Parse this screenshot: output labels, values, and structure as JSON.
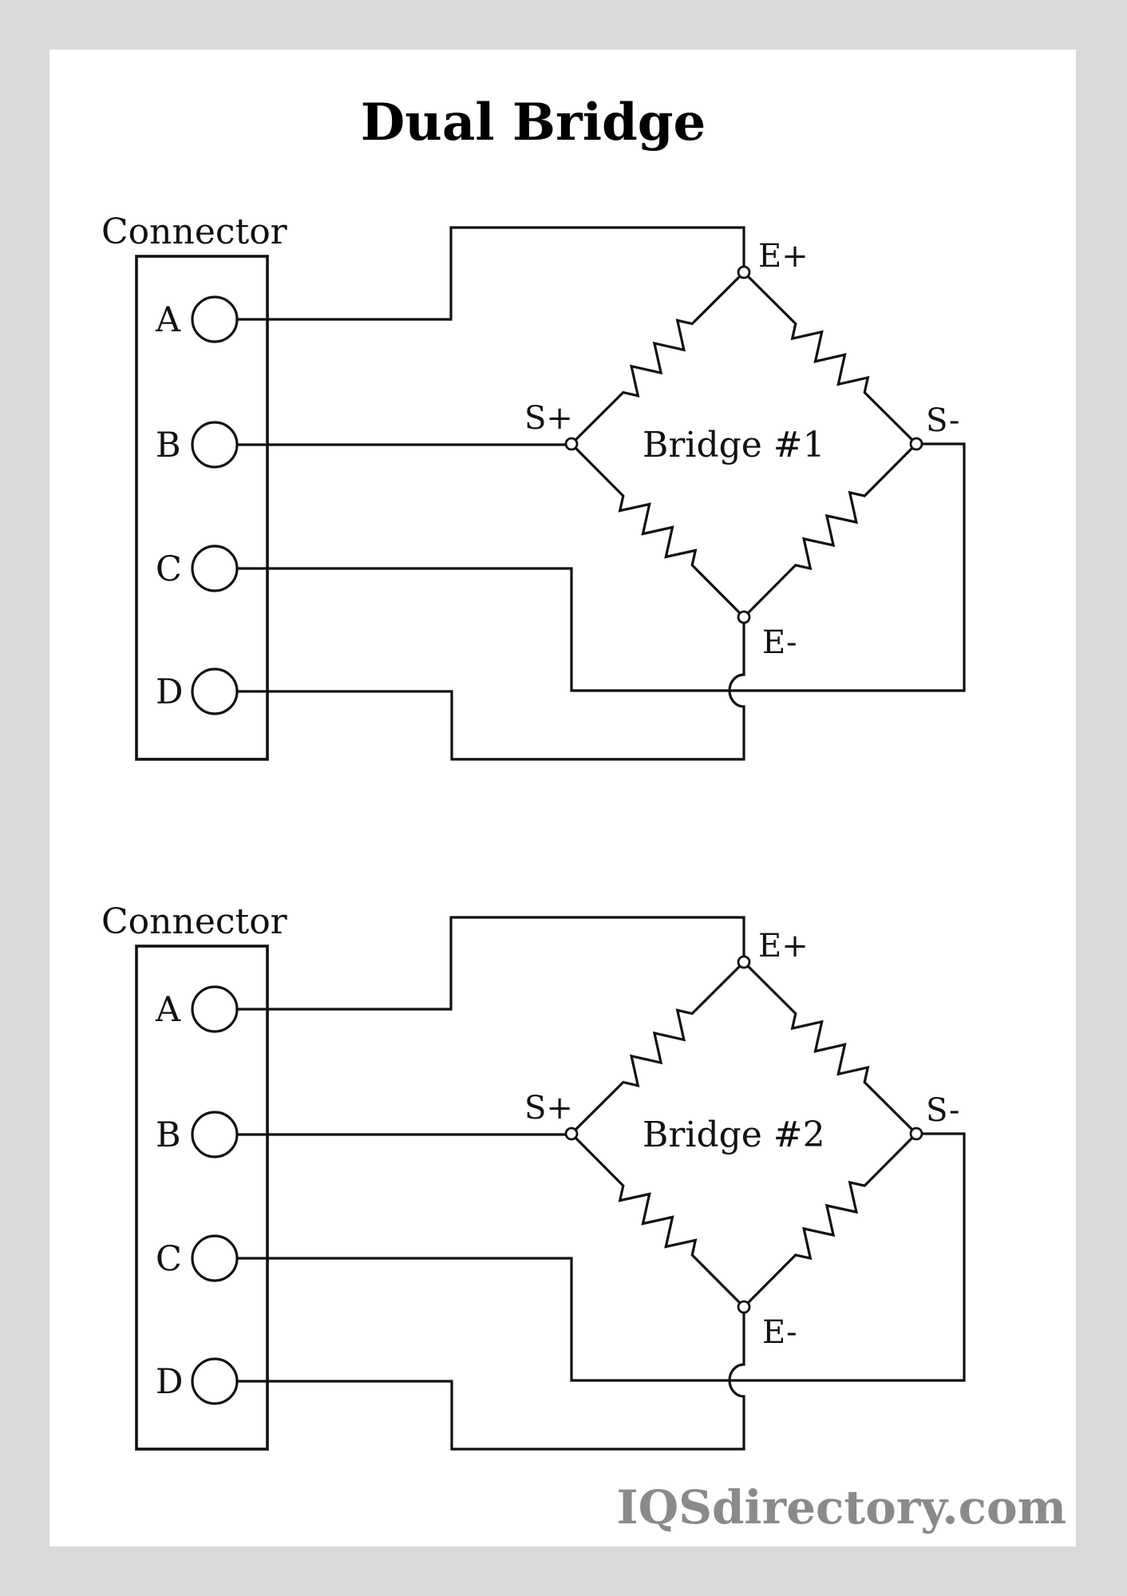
{
  "title": "Dual Bridge",
  "watermark": "IQSdirectory.com",
  "colors": {
    "background": "#d9d9d9",
    "panel": "#ffffff",
    "ink": "#111111",
    "watermark": "#8a8a8a"
  },
  "bridges": [
    {
      "connector_label": "Connector",
      "pins": [
        "A",
        "B",
        "C",
        "D"
      ],
      "bridge_label": "Bridge #1",
      "nodes": {
        "e_plus": "E+",
        "s_plus": "S+",
        "s_minus": "S-",
        "e_minus": "E-"
      },
      "connections": [
        {
          "pin": "A",
          "node": "E+"
        },
        {
          "pin": "B",
          "node": "S+"
        },
        {
          "pin": "C",
          "node": "S-"
        },
        {
          "pin": "D",
          "node": "E-"
        }
      ]
    },
    {
      "connector_label": "Connector",
      "pins": [
        "A",
        "B",
        "C",
        "D"
      ],
      "bridge_label": "Bridge #2",
      "nodes": {
        "e_plus": "E+",
        "s_plus": "S+",
        "s_minus": "S-",
        "e_minus": "E-"
      },
      "connections": [
        {
          "pin": "A",
          "node": "E+"
        },
        {
          "pin": "B",
          "node": "S+"
        },
        {
          "pin": "C",
          "node": "S-"
        },
        {
          "pin": "D",
          "node": "E-"
        }
      ]
    }
  ]
}
